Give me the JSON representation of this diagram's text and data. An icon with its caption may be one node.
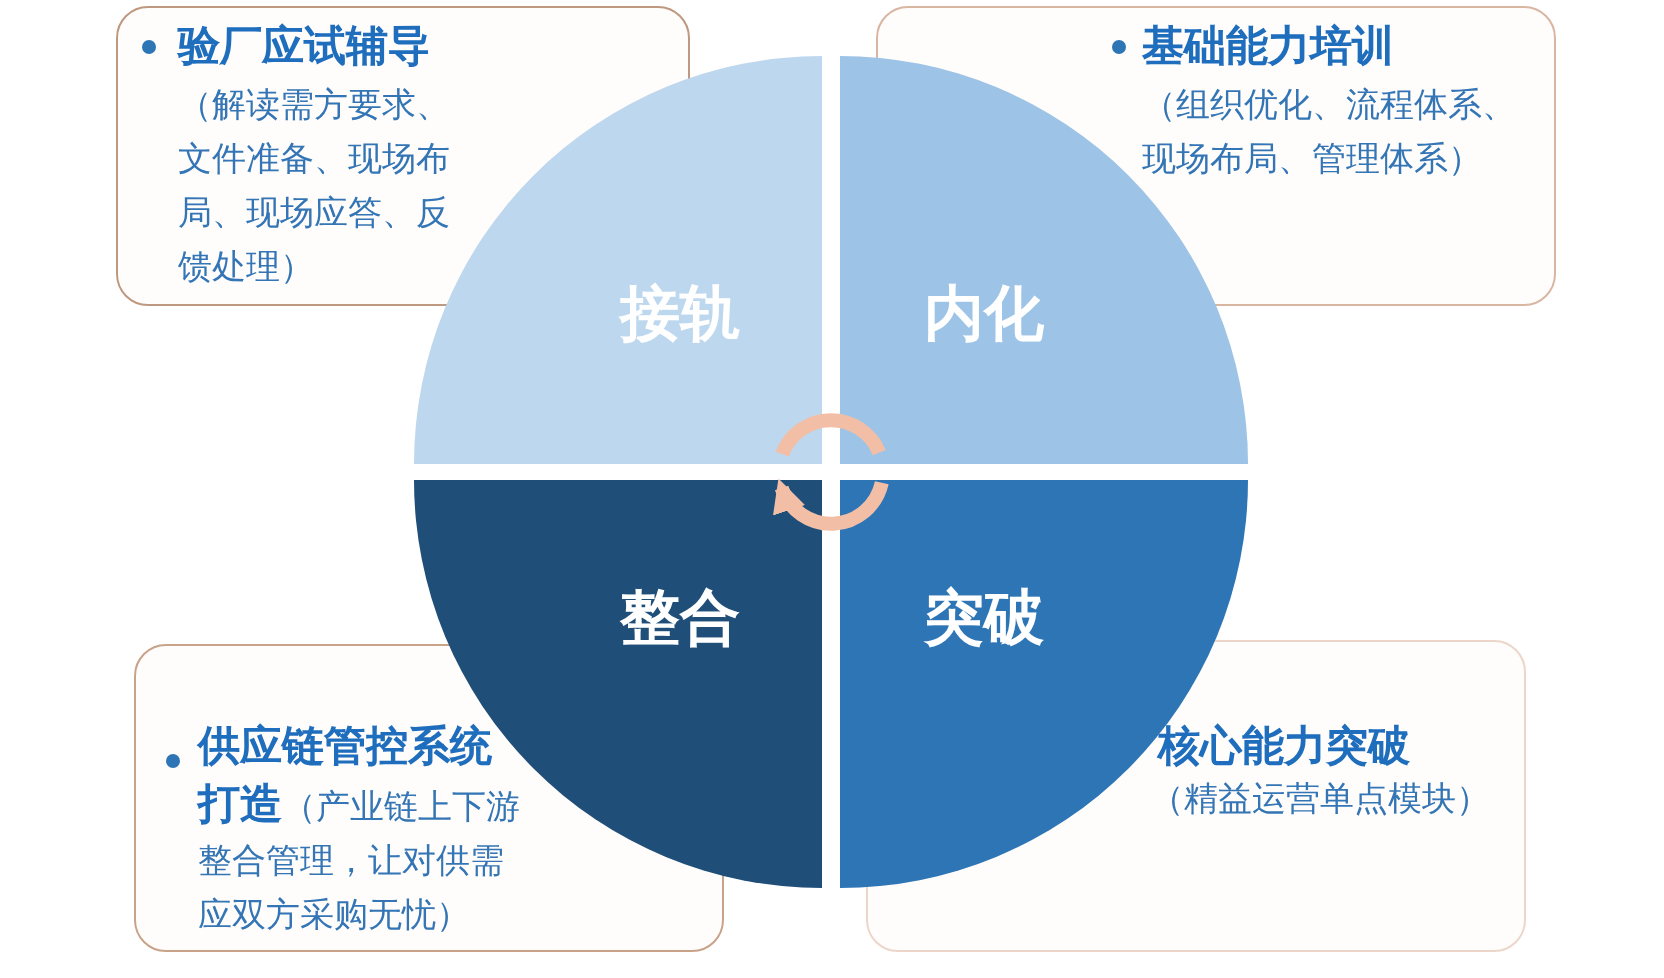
{
  "diagram": {
    "nodes": [
      {
        "text": [
          "验厂应试辅导",
          "（解读需方要求、文件准备、现场布局、现场应答、反馈处理）"
        ]
      },
      {
        "text": [
          "基础能力培训",
          "（组织优化、流程体系、现场布局、管理体系）"
        ]
      },
      {
        "text": [
          "接轨"
        ]
      },
      {
        "text": [
          "内化"
        ]
      },
      {
        "text": [
          "整合"
        ]
      },
      {
        "text": [
          "突破"
        ]
      },
      {
        "text": [
          "**供应链管控系统打造**（产业链上下游整合管理，让对供需应双方采购无忧）"
        ]
      },
      {
        "text": [
          "核心能力突破",
          "（精益运营单点模块）"
        ]
      }
    ],
    "edges": [
      {
        "from": 2,
        "to": 3,
        "arrow": "none"
      },
      {
        "from": 5,
        "to": 4,
        "arrow": "to"
      }
    ]
  }
}
